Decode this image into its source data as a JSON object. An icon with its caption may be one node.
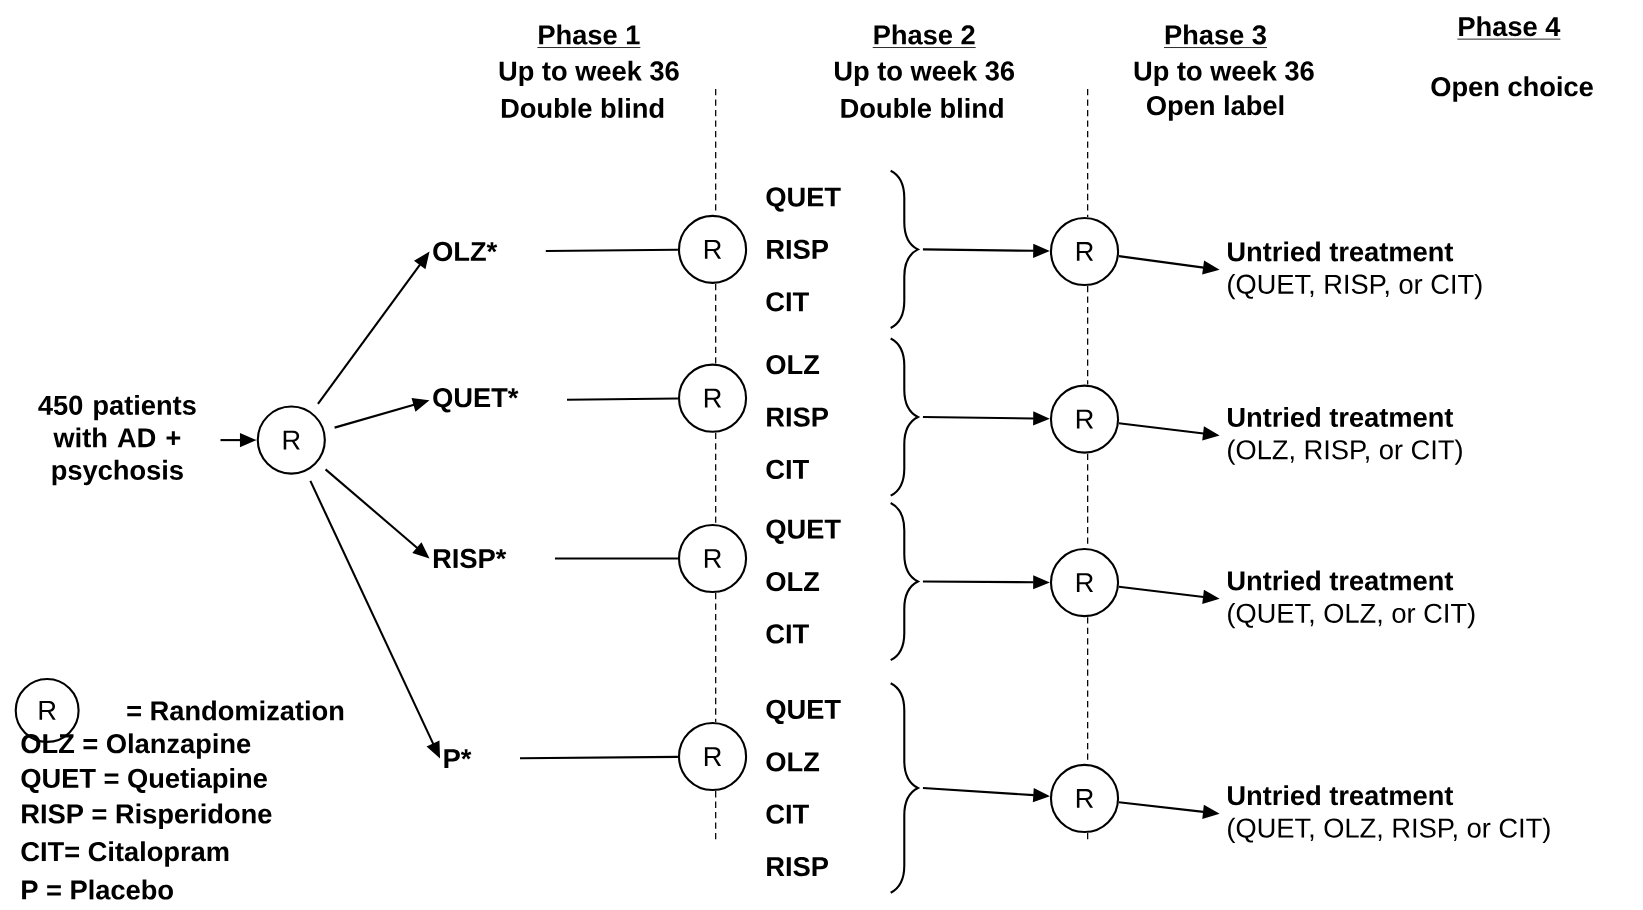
{
  "diagram": {
    "nodes": [
      {
        "text": [
          "450 patients with AD + psychosis"
        ]
      },
      {
        "text": [
          "R"
        ]
      },
      {
        "text": [
          "OLZ*"
        ]
      },
      {
        "text": [
          "QUET*"
        ]
      },
      {
        "text": [
          "RISP*"
        ]
      },
      {
        "text": [
          "P*"
        ]
      },
      {
        "text": [
          "R"
        ]
      },
      {
        "text": [
          "R"
        ]
      },
      {
        "text": [
          "R"
        ]
      },
      {
        "text": [
          "R"
        ]
      },
      {
        "text": [
          "QUET",
          "RISP",
          "CIT"
        ]
      },
      {
        "text": [
          "OLZ",
          "RISP",
          "CIT"
        ]
      },
      {
        "text": [
          "QUET",
          "OLZ",
          "CIT"
        ]
      },
      {
        "text": [
          "QUET",
          "OLZ",
          "CIT",
          "RISP"
        ]
      },
      {
        "text": [
          "R"
        ]
      },
      {
        "text": [
          "R"
        ]
      },
      {
        "text": [
          "R"
        ]
      },
      {
        "text": [
          "R"
        ]
      },
      {
        "text": [
          "Untried treatment",
          "(QUET, RISP, or CIT)"
        ]
      },
      {
        "text": [
          "Untried treatment",
          "(OLZ, RISP, or CIT)"
        ]
      },
      {
        "text": [
          "Untried treatment",
          "(QUET, OLZ, or CIT)"
        ]
      },
      {
        "text": [
          "Untried treatment",
          "(QUET, OLZ, RISP, or CIT)"
        ]
      }
    ],
    "edges": [
      {
        "from": 0,
        "to": 1,
        "arrow": "to"
      },
      {
        "from": 1,
        "to": 2,
        "arrow": "to"
      },
      {
        "from": 1,
        "to": 3,
        "arrow": "to"
      },
      {
        "from": 1,
        "to": 4,
        "arrow": "to"
      },
      {
        "from": 1,
        "to": 5,
        "arrow": "to"
      },
      {
        "from": 2,
        "to": 6,
        "arrow": "none"
      },
      {
        "from": 3,
        "to": 7,
        "arrow": "none"
      },
      {
        "from": 4,
        "to": 8,
        "arrow": "none"
      },
      {
        "from": 5,
        "to": 9,
        "arrow": "none"
      },
      {
        "from": 10,
        "to": 14,
        "arrow": "to"
      },
      {
        "from": 11,
        "to": 15,
        "arrow": "to"
      },
      {
        "from": 12,
        "to": 16,
        "arrow": "to"
      },
      {
        "from": 13,
        "to": 17,
        "arrow": "to"
      },
      {
        "from": 14,
        "to": 18,
        "arrow": "to"
      },
      {
        "from": 15,
        "to": 19,
        "arrow": "to"
      },
      {
        "from": 16,
        "to": 20,
        "arrow": "to"
      },
      {
        "from": 17,
        "to": 21,
        "arrow": "to"
      }
    ],
    "labels": [
      "Phase 1",
      "Up to week 36",
      "Double blind",
      "Phase 2",
      "Up to week 36",
      "Double blind",
      "Phase 3",
      "Up to week 36",
      "Open label",
      "Phase 4",
      "Open choice",
      "R",
      "= Randomization",
      "OLZ = Olanzapine",
      "QUET = Quetiapine",
      "RISP = Risperidone",
      "CIT= Citalopram",
      "P = Placebo"
    ]
  }
}
